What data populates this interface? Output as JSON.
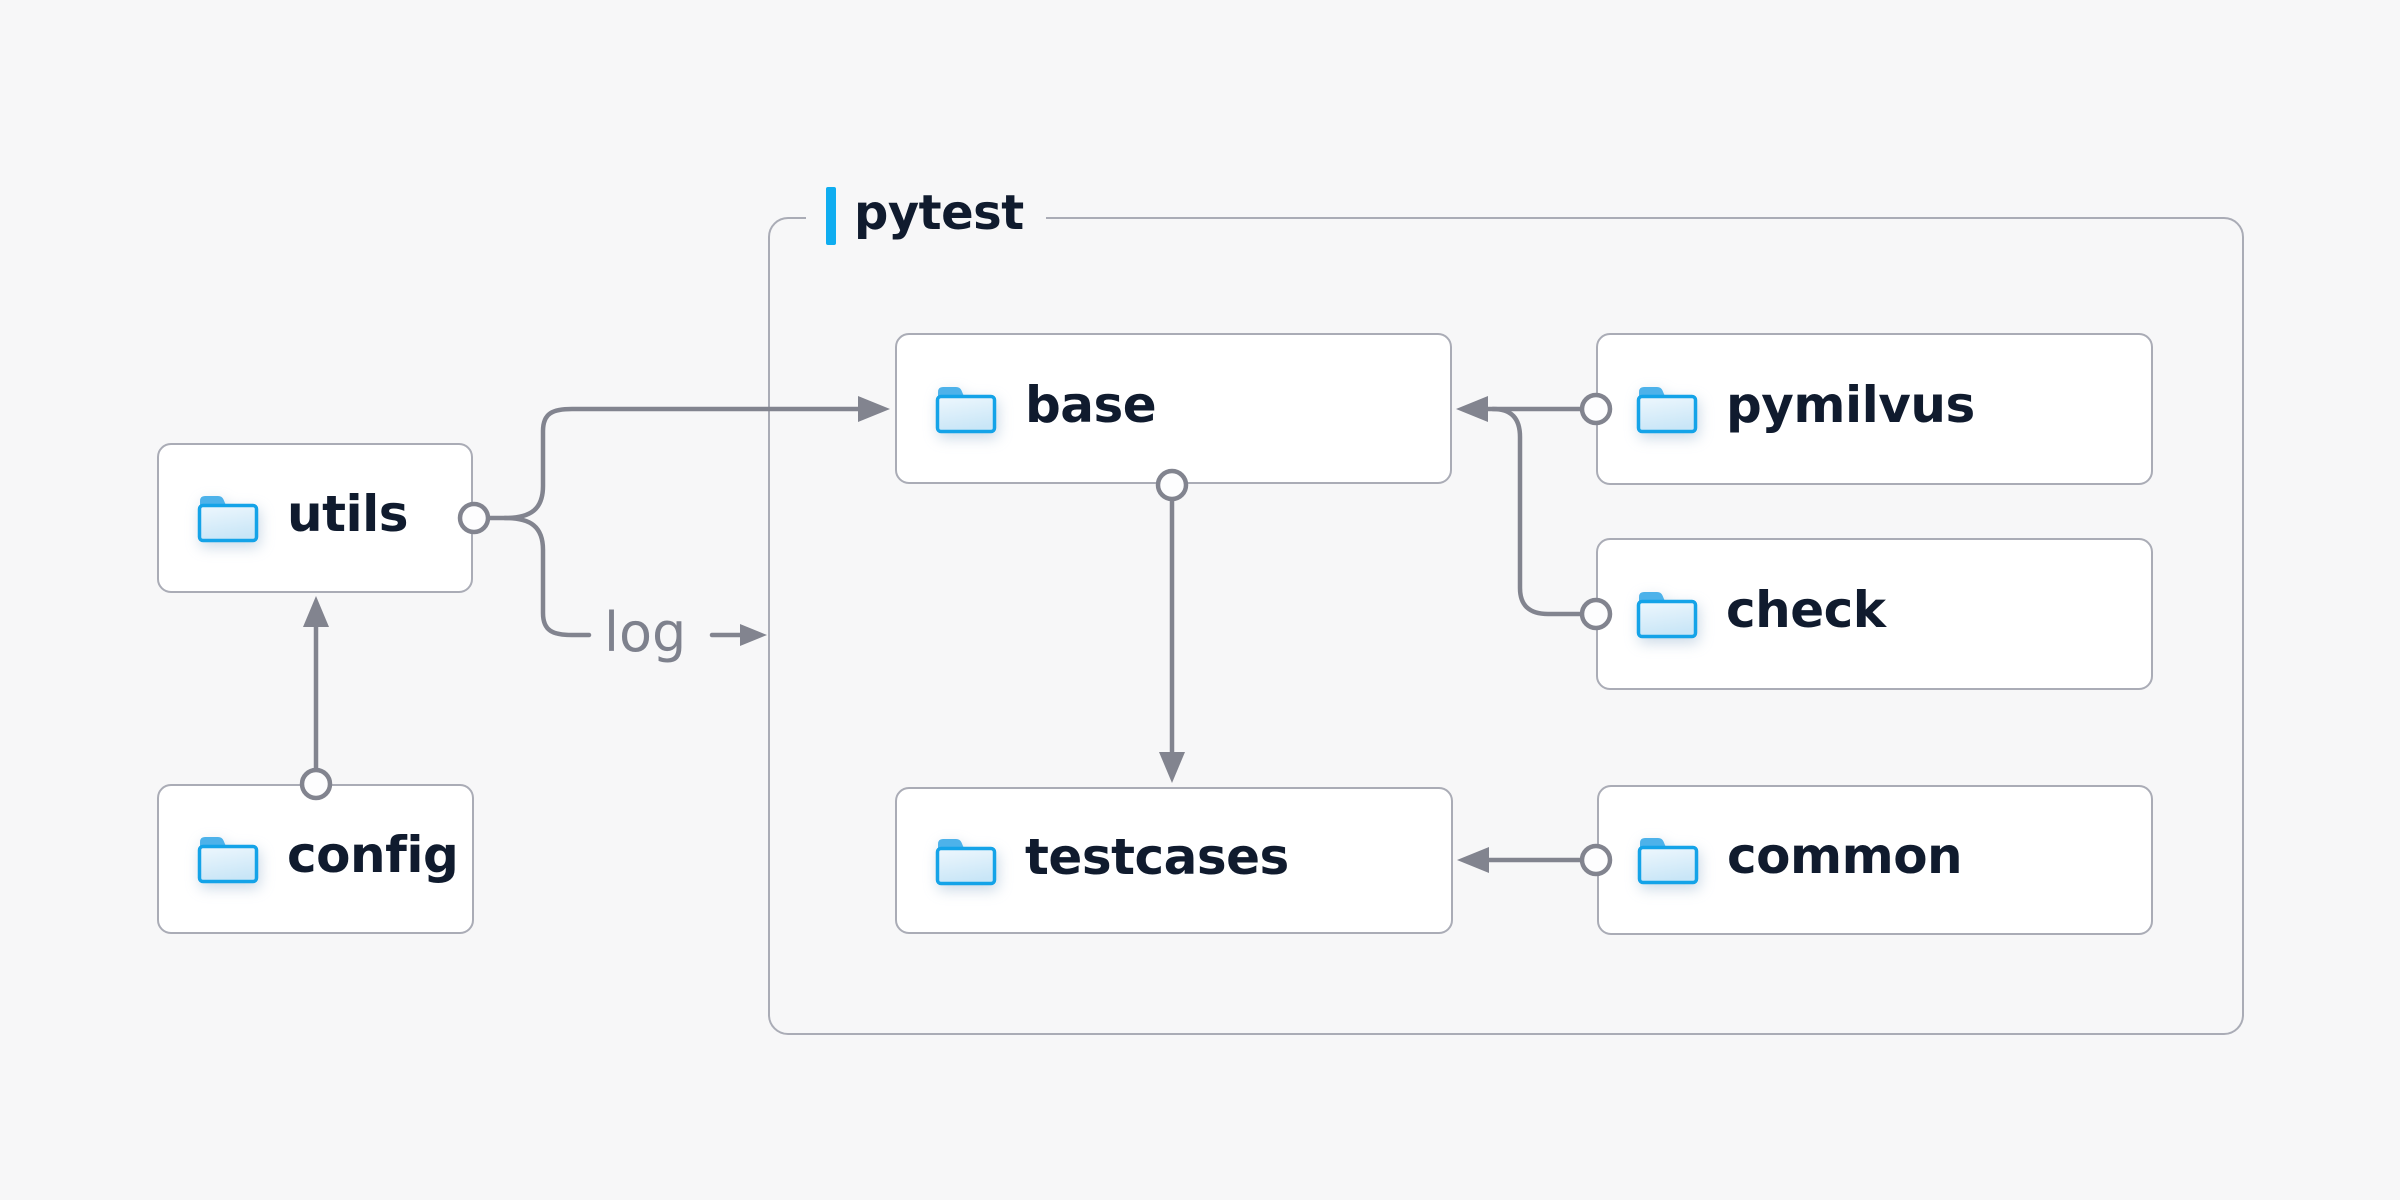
{
  "diagram": {
    "container_label": "pytest",
    "nodes": {
      "utils": {
        "label": "utils"
      },
      "config": {
        "label": "config"
      },
      "base": {
        "label": "base"
      },
      "pymilvus": {
        "label": "pymilvus"
      },
      "check": {
        "label": "check"
      },
      "testcases": {
        "label": "testcases"
      },
      "common": {
        "label": "common"
      }
    },
    "edges": {
      "log_label": "log",
      "list": [
        {
          "from": "config",
          "to": "utils",
          "style": "arrow"
        },
        {
          "from": "utils",
          "to": "base",
          "style": "arrow"
        },
        {
          "from": "utils",
          "to": "log",
          "style": "labeled-arrow-into-pytest"
        },
        {
          "from": "pymilvus",
          "to": "base",
          "style": "arrow"
        },
        {
          "from": "check",
          "to": "base",
          "style": "arrow-merge"
        },
        {
          "from": "base",
          "to": "testcases",
          "style": "arrow"
        },
        {
          "from": "common",
          "to": "testcases",
          "style": "arrow"
        }
      ]
    },
    "colors": {
      "background": "#f7f7f8",
      "node_border": "#aaacb6",
      "container_border": "#aaacb6",
      "edge": "#82848f",
      "label_text": "#101b2e",
      "edge_label_text": "#7e818d",
      "accent_bar": "#0fadf0",
      "folder_stroke": "#14a3e8",
      "folder_tab": "#4db2ea",
      "folder_fill_top": "#eef7fd",
      "folder_fill_bottom": "#c9e6f7"
    }
  }
}
